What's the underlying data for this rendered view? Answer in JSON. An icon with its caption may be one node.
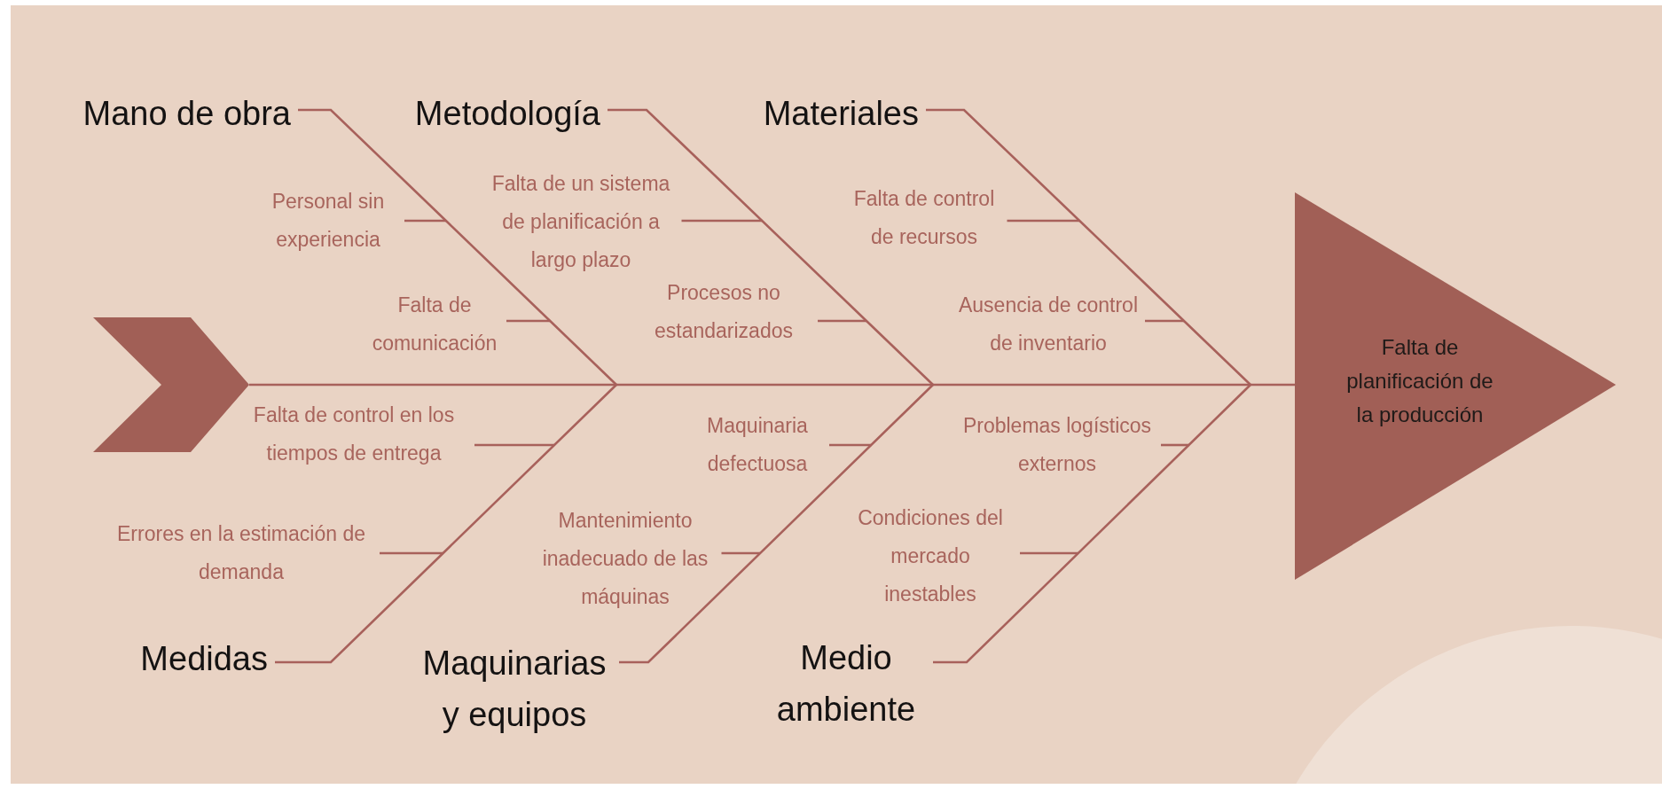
{
  "diagram": {
    "nodes": [
      {
        "text": [
          "Mano de obra"
        ]
      },
      {
        "text": [
          "Personal sin experiencia"
        ]
      },
      {
        "text": [
          "Falta de comunicación"
        ]
      },
      {
        "text": [
          "Metodología"
        ]
      },
      {
        "text": [
          "Falta de un sistema de planificación a largo plazo"
        ]
      },
      {
        "text": [
          "Procesos no estandarizados"
        ]
      },
      {
        "text": [
          "Materiales"
        ]
      },
      {
        "text": [
          "Falta de control de recursos"
        ]
      },
      {
        "text": [
          "Ausencia de control de inventario"
        ]
      },
      {
        "text": [],
        "shape": "chevron"
      },
      {
        "text": [
          "Falta de planificación de la producción"
        ]
      },
      {
        "text": [
          "Falta de control en los tiempos de entrega"
        ]
      },
      {
        "text": [
          "Errores en la estimación de demanda"
        ]
      },
      {
        "text": [
          "Medidas"
        ]
      },
      {
        "text": [
          "Maquinaria defectuosa"
        ]
      },
      {
        "text": [
          "Mantenimiento inadecuado de las máquinas"
        ]
      },
      {
        "text": [
          "Maquinarias y equipos"
        ]
      },
      {
        "text": [
          "Problemas logísticos externos"
        ]
      },
      {
        "text": [
          "Condiciones del mercado inestables"
        ]
      },
      {
        "text": [
          "Medio ambiente"
        ]
      }
    ],
    "edges": [
      {
        "from": 9,
        "to": 10,
        "arrow": "none"
      },
      {
        "from": 0,
        "to": null,
        "arrow": "none"
      },
      {
        "from": 3,
        "to": null,
        "arrow": "none"
      },
      {
        "from": 6,
        "to": null,
        "arrow": "none"
      },
      {
        "from": 13,
        "to": null,
        "arrow": "none"
      },
      {
        "from": 16,
        "to": null,
        "arrow": "none"
      },
      {
        "from": 19,
        "to": null,
        "arrow": "none"
      },
      {
        "from": 1,
        "to": null,
        "arrow": "none"
      },
      {
        "from": 2,
        "to": null,
        "arrow": "none"
      },
      {
        "from": 4,
        "to": null,
        "arrow": "none"
      },
      {
        "from": 5,
        "to": null,
        "arrow": "none"
      },
      {
        "from": 7,
        "to": null,
        "arrow": "none"
      },
      {
        "from": 8,
        "to": null,
        "arrow": "none"
      },
      {
        "from": 11,
        "to": null,
        "arrow": "none"
      },
      {
        "from": 12,
        "to": null,
        "arrow": "none"
      },
      {
        "from": 14,
        "to": null,
        "arrow": "none"
      },
      {
        "from": 15,
        "to": null,
        "arrow": "none"
      },
      {
        "from": 17,
        "to": null,
        "arrow": "none"
      },
      {
        "from": 18,
        "to": null,
        "arrow": "none"
      }
    ]
  }
}
